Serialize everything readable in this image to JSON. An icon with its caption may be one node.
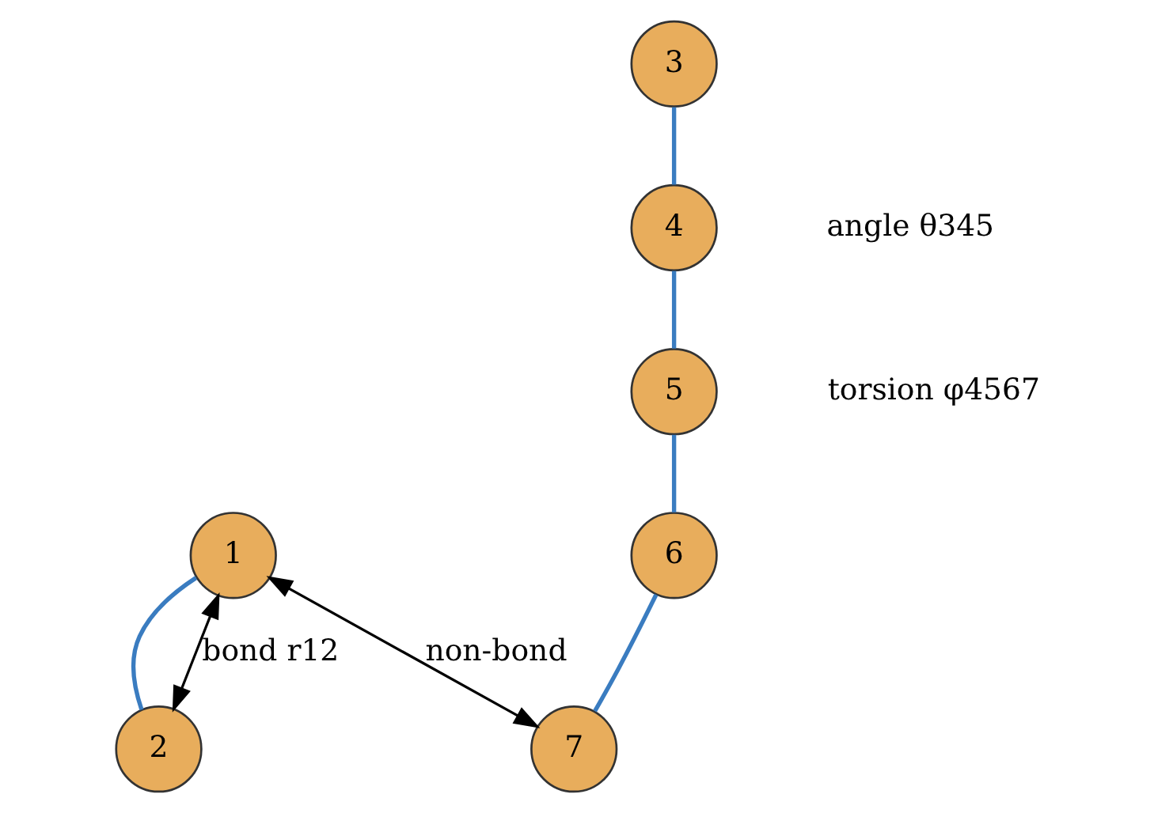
{
  "diagram": {
    "nodes": [
      {
        "text": [
          "1"
        ]
      },
      {
        "text": [
          "2"
        ]
      },
      {
        "text": [
          "3"
        ]
      },
      {
        "text": [
          "4"
        ]
      },
      {
        "text": [
          "5"
        ]
      },
      {
        "text": [
          "6"
        ]
      },
      {
        "text": [
          "7"
        ]
      }
    ],
    "edges": [
      {
        "from": 0,
        "to": 1,
        "arrow": "none"
      },
      {
        "from": 2,
        "to": 3,
        "arrow": "none"
      },
      {
        "from": 3,
        "to": 4,
        "arrow": "none"
      },
      {
        "from": 4,
        "to": 5,
        "arrow": "none"
      },
      {
        "from": 5,
        "to": 6,
        "arrow": "none"
      },
      {
        "from": 0,
        "to": 1,
        "arrow": "both",
        "label": "bond r12",
        "color": "#000000"
      },
      {
        "from": 0,
        "to": 6,
        "arrow": "both",
        "label": "non-bond",
        "color": "#000000"
      }
    ],
    "labels": [
      "angle θ345",
      "torsion φ4567"
    ]
  }
}
